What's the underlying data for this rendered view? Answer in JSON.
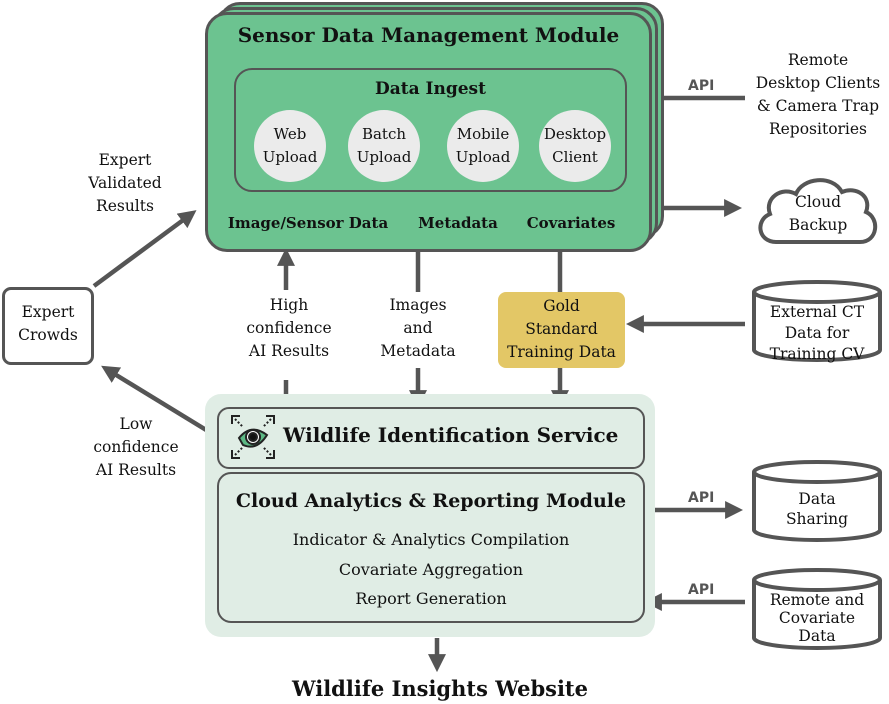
{
  "sensor_module": {
    "title": "Sensor Data Management Module",
    "ingest": {
      "title": "Data Ingest",
      "methods": [
        {
          "line1": "Web",
          "line2": "Upload"
        },
        {
          "line1": "Batch",
          "line2": "Upload"
        },
        {
          "line1": "Mobile",
          "line2": "Upload"
        },
        {
          "line1": "Desktop",
          "line2": "Client"
        }
      ]
    },
    "outputs": [
      "Image/Sensor Data",
      "Metadata",
      "Covariates"
    ]
  },
  "external_sources": {
    "remote_clients": {
      "lines": [
        "Remote",
        "Desktop Clients",
        "& Camera Trap",
        "Repositories"
      ],
      "connector": "API"
    },
    "cloud_backup": {
      "lines": [
        "Cloud",
        "Backup"
      ]
    },
    "external_ct": {
      "lines": [
        "External CT",
        "Data for",
        "Training CV"
      ]
    },
    "data_sharing": {
      "lines": [
        "Data",
        "Sharing"
      ],
      "connector": "API"
    },
    "remote_covariate": {
      "lines": [
        "Remote and",
        "Covariate",
        "Data"
      ],
      "connector": "API"
    }
  },
  "expert_crowds": {
    "lines": [
      "Expert",
      "Crowds"
    ]
  },
  "flow_labels": {
    "expert_validated": [
      "Expert",
      "Validated",
      "Results"
    ],
    "low_confidence": [
      "Low",
      "confidence",
      "AI Results"
    ],
    "high_confidence": [
      "High",
      "confidence",
      "AI Results"
    ],
    "images_metadata": [
      "Images",
      "and",
      "Metadata"
    ]
  },
  "gold_standard": {
    "lines": [
      "Gold",
      "Standard",
      "Training Data"
    ]
  },
  "wildlife_id_service": {
    "title": "Wildlife Identification Service",
    "icon": "eye-scan-icon"
  },
  "analytics_module": {
    "title": "Cloud Analytics & Reporting Module",
    "items": [
      "Indicator & Analytics Compilation",
      "Covariate Aggregation",
      "Report Generation"
    ]
  },
  "website": {
    "title": "Wildlife Insights Website"
  },
  "colors": {
    "module_green": "#6cc390",
    "panel_green": "#e0ede5",
    "gold": "#e3c766",
    "line": "#555555",
    "eye_green": "#5cb884"
  }
}
